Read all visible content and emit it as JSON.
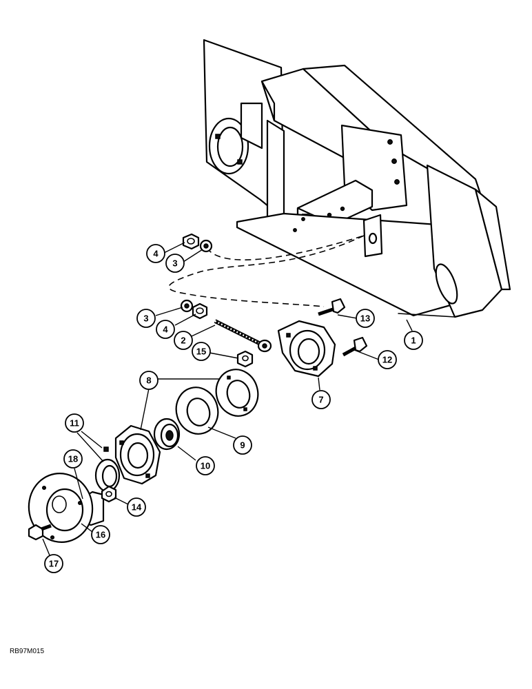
{
  "figure_code": "RB97M015",
  "callouts": [
    "1",
    "2",
    "3",
    "3",
    "4",
    "4",
    "7",
    "8",
    "9",
    "10",
    "11",
    "12",
    "13",
    "14",
    "15",
    "16",
    "17",
    "18"
  ]
}
